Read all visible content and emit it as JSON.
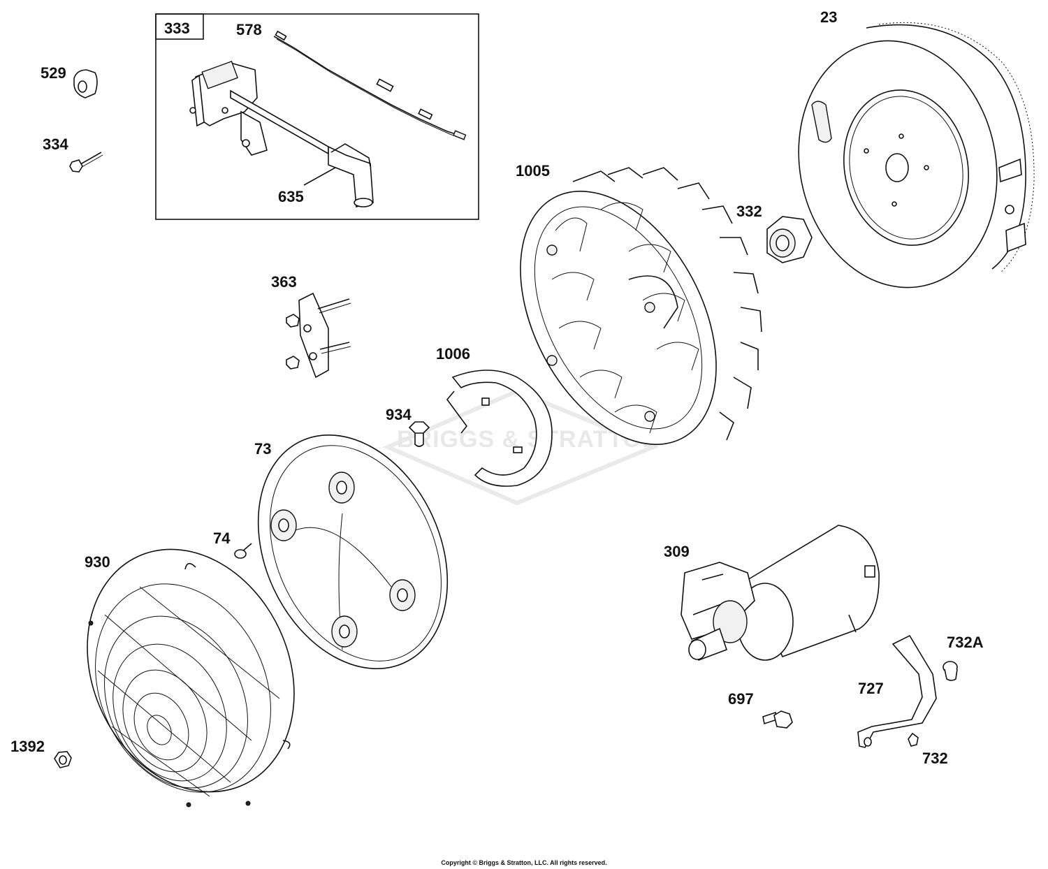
{
  "watermark": "BRIGGS & STRATTON",
  "copyright": "Copyright © Briggs & Stratton, LLC. All rights reserved.",
  "parts": {
    "p333": "333",
    "p578": "578",
    "p635": "635",
    "p529": "529",
    "p334": "334",
    "p23": "23",
    "p1005": "1005",
    "p332": "332",
    "p363": "363",
    "p1006": "1006",
    "p934": "934",
    "p73": "73",
    "p74": "74",
    "p930": "930",
    "p1392": "1392",
    "p309": "309",
    "p732a": "732A",
    "p727": "727",
    "p697": "697",
    "p732": "732"
  }
}
